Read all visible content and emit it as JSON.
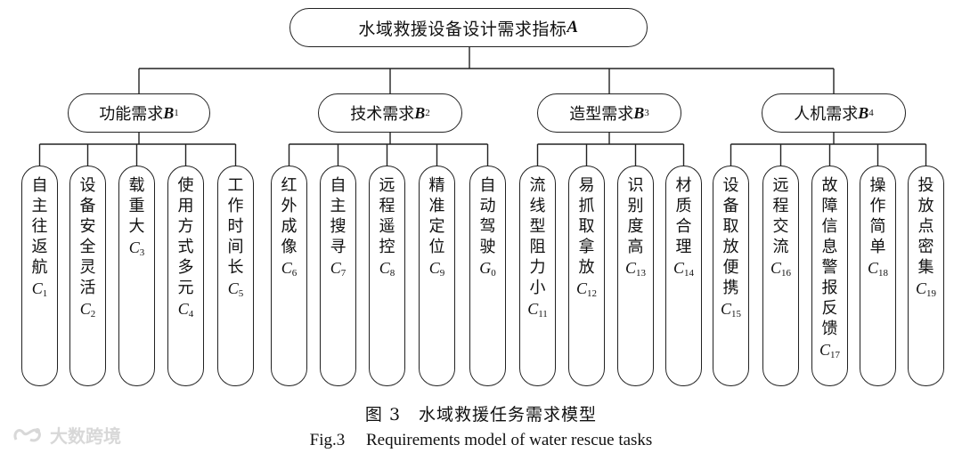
{
  "root": {
    "label": "水域救援设备设计需求指标",
    "symbol": "A"
  },
  "categories": [
    {
      "label": "功能需求",
      "symbol": "B",
      "sub": "1"
    },
    {
      "label": "技术需求",
      "symbol": "B",
      "sub": "2"
    },
    {
      "label": "造型需求",
      "symbol": "B",
      "sub": "3"
    },
    {
      "label": "人机需求",
      "symbol": "B",
      "sub": "4"
    }
  ],
  "leaves": [
    {
      "cat": 0,
      "text": "自主往返航",
      "c": "C",
      "sub": "1"
    },
    {
      "cat": 0,
      "text": "设备安全灵活",
      "c": "C",
      "sub": "2"
    },
    {
      "cat": 0,
      "text": "载重大",
      "c": "C",
      "sub": "3"
    },
    {
      "cat": 0,
      "text": "使用方式多元",
      "c": "C",
      "sub": "4"
    },
    {
      "cat": 0,
      "text": "工作时间长",
      "c": "C",
      "sub": "5"
    },
    {
      "cat": 1,
      "text": "红外成像",
      "c": "C",
      "sub": "6"
    },
    {
      "cat": 1,
      "text": "自主搜寻",
      "c": "C",
      "sub": "7"
    },
    {
      "cat": 1,
      "text": "远程遥控",
      "c": "C",
      "sub": "8"
    },
    {
      "cat": 1,
      "text": "精准定位",
      "c": "C",
      "sub": "9"
    },
    {
      "cat": 1,
      "text": "自动驾驶",
      "c": "G",
      "sub": "0"
    },
    {
      "cat": 2,
      "text": "流线型阻力小",
      "c": "C",
      "sub": "11"
    },
    {
      "cat": 2,
      "text": "易抓取拿放",
      "c": "C",
      "sub": "12"
    },
    {
      "cat": 2,
      "text": "识别度高",
      "c": "C",
      "sub": "13"
    },
    {
      "cat": 2,
      "text": "材质合理",
      "c": "C",
      "sub": "14"
    },
    {
      "cat": 3,
      "text": "设备取放便携",
      "c": "C",
      "sub": "15"
    },
    {
      "cat": 3,
      "text": "远程交流",
      "c": "C",
      "sub": "16"
    },
    {
      "cat": 3,
      "text": "故障信息警报反馈",
      "c": "C",
      "sub": "17"
    },
    {
      "cat": 3,
      "text": "操作简单",
      "c": "C",
      "sub": "18"
    },
    {
      "cat": 3,
      "text": "投放点密集",
      "c": "C",
      "sub": "19"
    }
  ],
  "caption": {
    "cn": "图 3　水域救援任务需求模型",
    "en": "Fig.3　 Requirements model of water rescue tasks"
  },
  "watermark": {
    "text": "大数跨境",
    "icon": "brand-logo-icon"
  }
}
